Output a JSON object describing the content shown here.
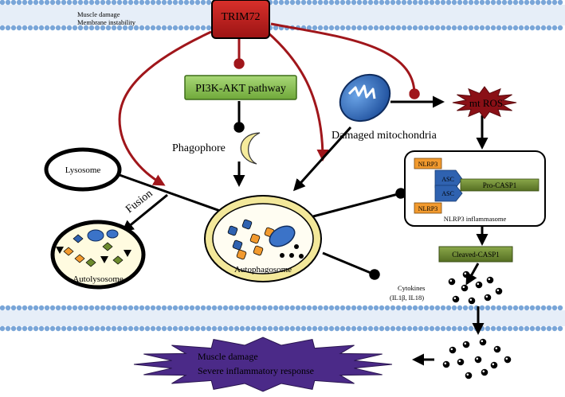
{
  "membrane_note": {
    "line1": "Muscle damage",
    "line2": "Membrane instability"
  },
  "nodes": {
    "trim72": "TRIM72",
    "pi3k": "PI3K-AKT pathway",
    "phagophore": "Phagophore",
    "damaged_mito": "Damaged mitochondria",
    "mt_ros": "mt ROS",
    "lysosome": "Lysosome",
    "fusion": "Fusion",
    "autolysosome": "Autolysosome",
    "autophagosome": "Autophagosome",
    "nlrp3_top": "NLRP3",
    "asc_top": "ASC",
    "asc_bottom": "ASC",
    "nlrp3_bottom": "NLRP3",
    "pro_casp1": "Pro-CASP1",
    "inflammasome": "NLRP3 inflammasome",
    "cleaved_casp1": "Cleaved-CASP1",
    "cytokines_line1": "Cytokines",
    "cytokines_line2": "(IL1β, IL18)",
    "outcome_line1": "Muscle damage",
    "outcome_line2": "Severe inflammatory response"
  },
  "colors": {
    "membrane": "#7aa6d8",
    "trim72": "#c41f1f",
    "inhibit_arrow": "#a0161b",
    "pi3k": "#8ec653",
    "ros": "#8a1016",
    "nlrp3": "#f29a2e",
    "asc": "#2f62b0",
    "casp1": "#6c8a2d",
    "outcome": "#4b2a88",
    "lysosome_fill": "#fffbe0",
    "autophagosome_rim": "#f3e89a"
  }
}
